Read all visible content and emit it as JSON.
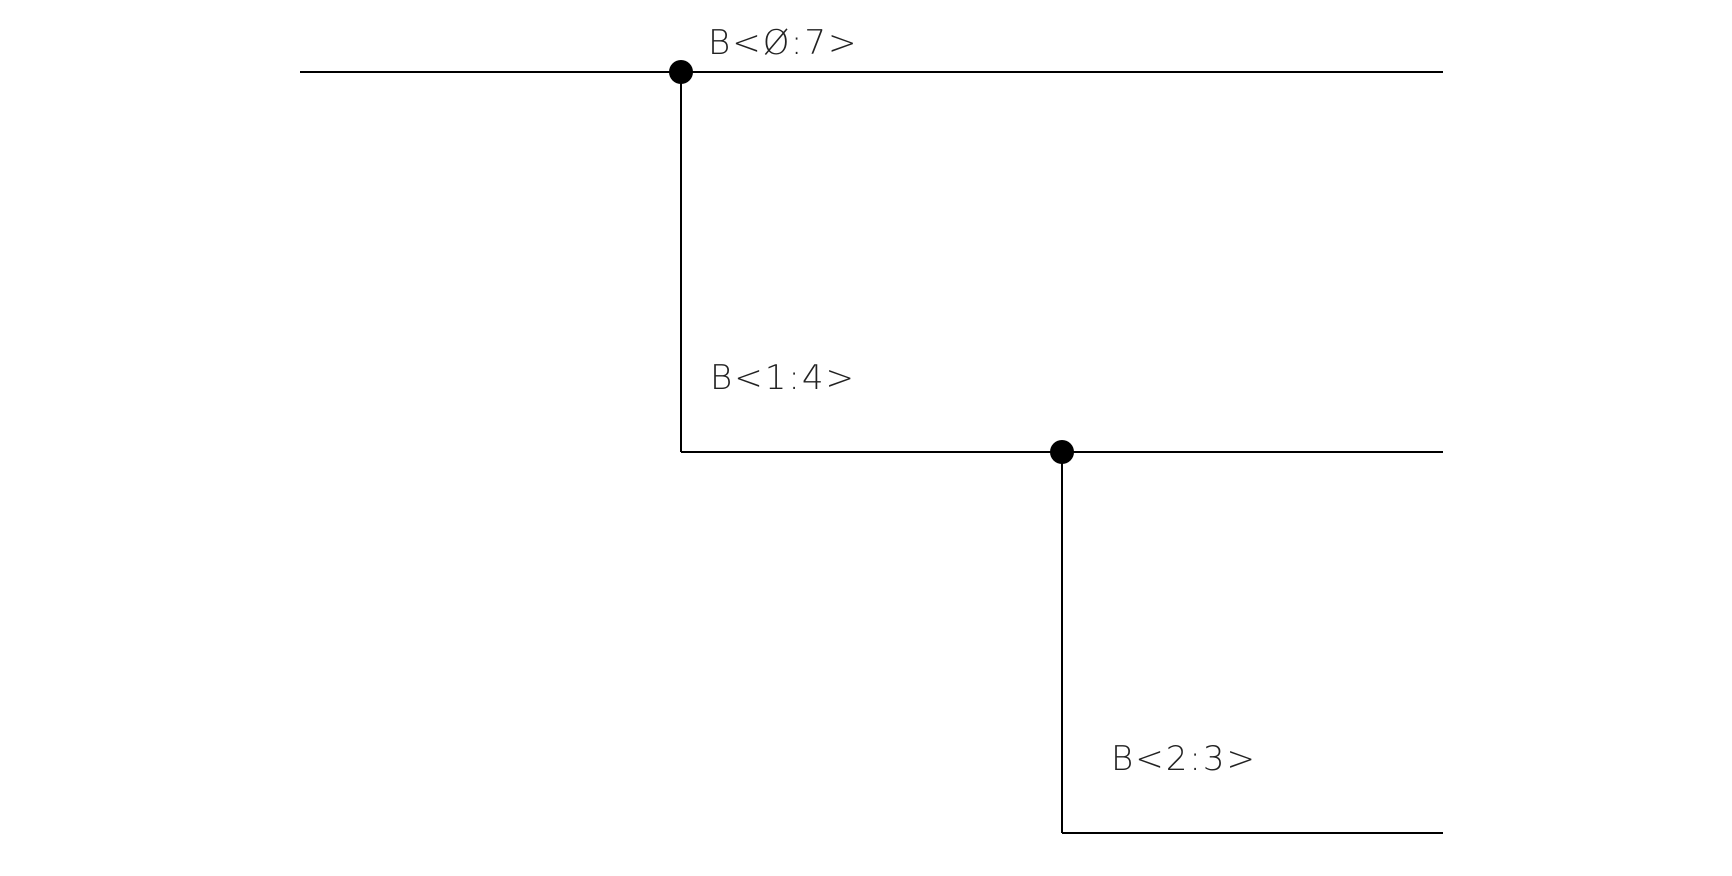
{
  "diagram": {
    "type": "bus-ripper-schematic",
    "labels": {
      "bus_main": "B<Ø:7>",
      "bus_sub_1": "B<1:4>",
      "bus_sub_2": "B<2:3>"
    },
    "colors": {
      "line": "#000000",
      "junction": "#000000",
      "label": "#222222",
      "background": "#ffffff"
    }
  }
}
